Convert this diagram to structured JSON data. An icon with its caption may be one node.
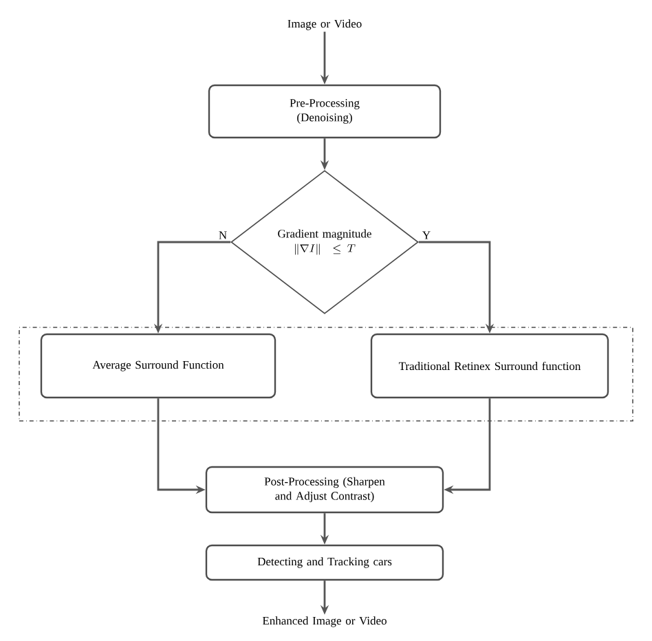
{
  "diagram": {
    "nodes": [
      {
        "text": [
          "Image or Video"
        ]
      },
      {
        "text": [
          "Pre-Processing (Denoising)"
        ]
      },
      {
        "text": [
          "Gradient magnitude",
          "\\|\\nabla I\\| \\;\\leq T"
        ]
      },
      {
        "text": [],
        "shape": "box"
      },
      {
        "text": [
          "Average Surround Function"
        ],
        "in": 3
      },
      {
        "text": [
          "Traditional Retinex Surround function"
        ],
        "in": 3
      },
      {
        "text": [
          "Post-Processing (Sharpen and Adjust Contrast)"
        ]
      },
      {
        "text": [
          "Detecting and Tracking cars"
        ]
      },
      {
        "text": [
          "Enhanced Image or Video"
        ]
      }
    ],
    "edges": [
      {
        "from": 0,
        "to": 1,
        "arrow": "to"
      },
      {
        "from": 1,
        "to": 2,
        "arrow": "to"
      },
      {
        "from": 2,
        "to": 4,
        "arrow": "to",
        "label": "N"
      },
      {
        "from": 2,
        "to": 5,
        "arrow": "to",
        "label": "Y"
      },
      {
        "from": 4,
        "to": 6,
        "arrow": "to"
      },
      {
        "from": 5,
        "to": 6,
        "arrow": "to"
      },
      {
        "from": 6,
        "to": 7,
        "arrow": "to"
      },
      {
        "from": 7,
        "to": 8,
        "arrow": "to"
      }
    ]
  }
}
